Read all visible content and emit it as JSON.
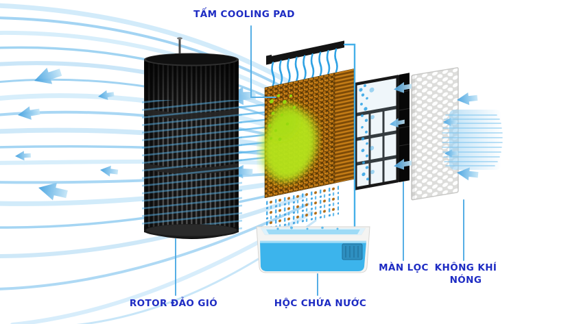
{
  "figure": {
    "type": "air-cooler-parts-diagram"
  },
  "labels": {
    "cooling_pad": "TẤM COOLING PAD",
    "rotor": "ROTOR ĐẢO GIÓ",
    "water_tank": "HỘC CHỨA NƯỚC",
    "filter": "MÀN LỌC",
    "hot_air_line1": "KHÔNG KHÍ",
    "hot_air_line2": "NÓNG"
  },
  "colors": {
    "label_text": "#1d2bc3",
    "leader_line": "#55aee5",
    "air_stream": "#8cc9f0",
    "arrow_fill": "#3f9fdf",
    "pad_orange": "#b06a10",
    "pad_wet_green": "#b2e31e",
    "water_blue": "#3cb4ec",
    "rotor_dark": "#161616",
    "filter_frame": "#181818",
    "grille_gray": "#dddddb"
  }
}
